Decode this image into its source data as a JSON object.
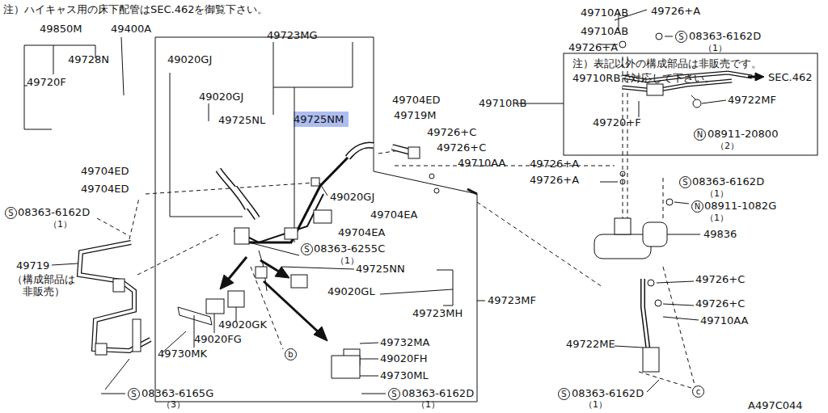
{
  "diagram": {
    "nodes": [
      {
        "text": [
          "注）表記以外の構成部品は非販売です。 49710RBで対応して下さい。"
        ]
      }
    ],
    "labels": [
      "注）ハイキャス用の床下配管はSEC.462を御覧下さい。",
      "49850M",
      "49400A",
      "49728N",
      "49720F",
      "49020GJ",
      "49723MG",
      "49020GJ",
      "49725NL",
      "49725NM",
      "49704ED",
      "49719M",
      "49726+C",
      "49726+C",
      "49710AA",
      "49710RB",
      "49710AB",
      "49710AB",
      "49726+A",
      "49726+A",
      "S",
      "08363-6162D",
      "（1）",
      "SEC.462",
      "49722MF",
      "49720+F",
      "N",
      "08911-20800",
      "（2）",
      "49704ED",
      "49704ED",
      "S",
      "08363-6162D",
      "（1）",
      "49020GJ",
      "49704EA",
      "49704EA",
      "49726+A",
      "49726+A",
      "S",
      "08363-6162D",
      "（1）",
      "N",
      "08911-1082G",
      "（1）",
      "49836",
      "49719",
      "（構成部品は 非販売）",
      "S",
      "08363-6255C",
      "（1）",
      "49725NN",
      "49020GL",
      "49723MH",
      "49723MF",
      "49726+C",
      "49726+C",
      "49710AA",
      "49722ME",
      "49020GK",
      "49020FG",
      "49730MK",
      "b",
      "49732MA",
      "49020FH",
      "49730ML",
      "S",
      "08363-6165G",
      "（3）",
      "S",
      "08363-6162D",
      "（1）",
      "S",
      "08363-6162D",
      "（1）",
      "c",
      "A497C044"
    ]
  }
}
